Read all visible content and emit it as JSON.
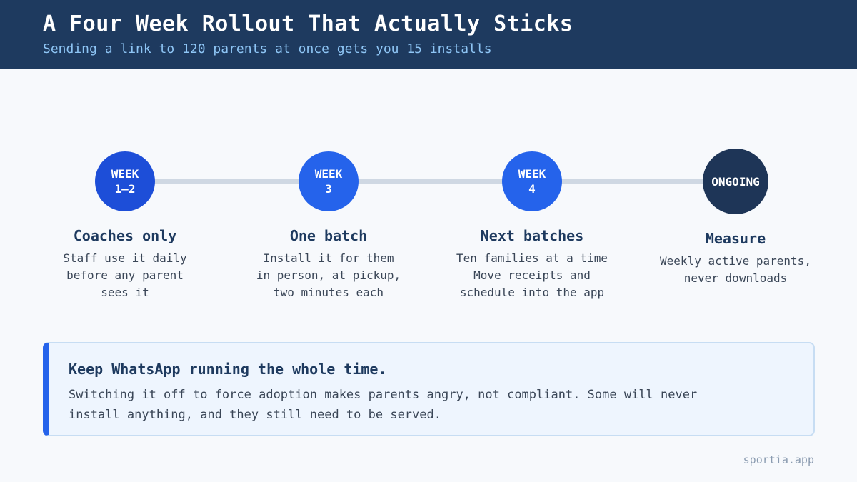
{
  "header": {
    "title": "A Four Week Rollout That Actually Sticks",
    "subtitle": "Sending a link to 120 parents at once gets you 15 installs"
  },
  "steps": [
    {
      "badge_line1": "WEEK",
      "badge_line2": "1–2",
      "title": "Coaches only",
      "desc": [
        "Staff use it daily",
        "before any parent",
        "sees it"
      ]
    },
    {
      "badge_line1": "WEEK",
      "badge_line2": "3",
      "title": "One batch",
      "desc": [
        "Install it for them",
        "in person, at pickup,",
        "two minutes each"
      ]
    },
    {
      "badge_line1": "WEEK",
      "badge_line2": "4",
      "title": "Next batches",
      "desc": [
        "Ten families at a time",
        "Move receipts and",
        "schedule into the app"
      ]
    },
    {
      "badge_line1": "ONGOING",
      "title": "Measure",
      "desc": [
        "Weekly active parents,",
        "never downloads"
      ]
    }
  ],
  "callout": {
    "title": "Keep WhatsApp running the whole time.",
    "body": "Switching it off to force adoption makes parents angry, not compliant. Some will never install anything, and they still need to be served."
  },
  "footer": {
    "brand": "sportia.app"
  },
  "colors": {
    "header_bg": "#1e3a5f",
    "accent": "#2563eb",
    "ongoing": "#1e3557"
  }
}
